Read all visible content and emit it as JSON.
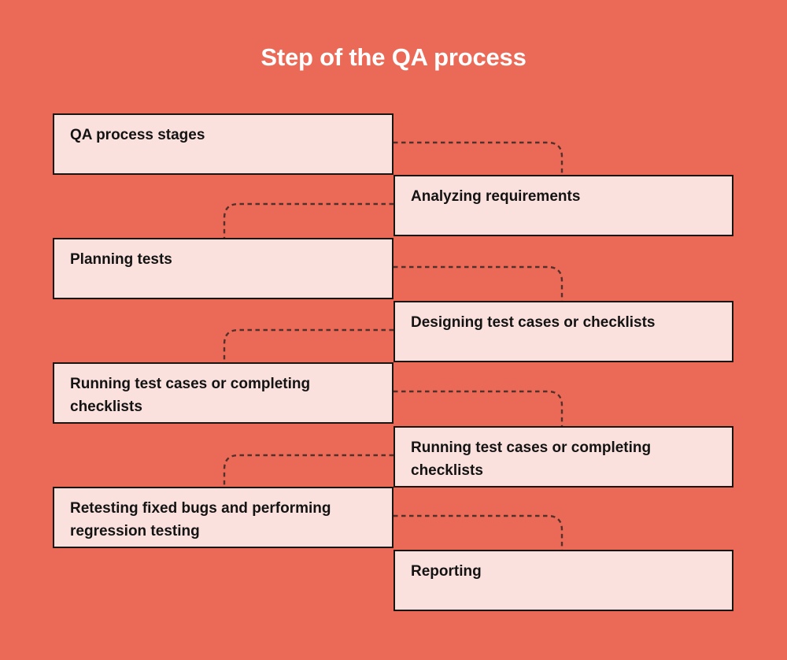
{
  "title": "Step of the QA process",
  "colors": {
    "background": "#EB6A57",
    "box_fill": "#FBE1DD",
    "box_border": "#1A1511",
    "box_text": "#131313",
    "title_text": "#FFFFFF",
    "connector": "#54302A"
  },
  "diagram": {
    "connector_style": "dashed",
    "boxes": [
      {
        "label": "QA process stages",
        "side": "left"
      },
      {
        "label": "Analyzing requirements",
        "side": "right"
      },
      {
        "label": "Planning tests",
        "side": "left"
      },
      {
        "label": "Designing test cases or checklists",
        "side": "right"
      },
      {
        "label": "Running test cases or completing checklists",
        "side": "left"
      },
      {
        "label": "Running test cases or completing checklists",
        "side": "right"
      },
      {
        "label": "Retesting fixed bugs and performing regression testing",
        "side": "left"
      },
      {
        "label": "Reporting",
        "side": "right"
      }
    ]
  }
}
